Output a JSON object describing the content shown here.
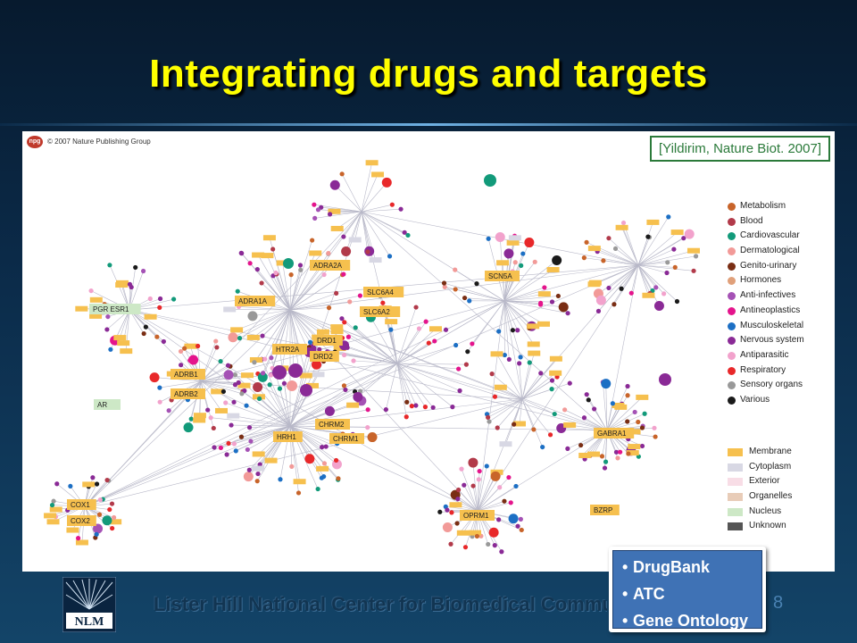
{
  "slide": {
    "title": "Integrating drugs and targets",
    "citation": "[Yildirim, Nature Biot. 2007]",
    "copyright": "© 2007 Nature Publishing Group",
    "npg_logo_text": "npg",
    "footer": "Lister Hill National Center for Biomedical Communications",
    "page_number": "8",
    "nlm_logo_text": "NLM"
  },
  "callout": {
    "items": [
      "DrugBank",
      "ATC",
      "Gene Ontology"
    ]
  },
  "network": {
    "target_labels": [
      "ADRA2A",
      "ADRA1A",
      "SLC6A4",
      "SLC6A2",
      "DRD1",
      "HTR2A",
      "DRD2",
      "ADRB1",
      "ADRB2",
      "CHRM2",
      "HRH1",
      "CHRM1",
      "SCN5A",
      "GABRA1",
      "OPRM1",
      "BZRP",
      "COX1",
      "COX2",
      "PGR ESR1",
      "AR"
    ]
  },
  "legend": {
    "drug_classes": [
      {
        "label": "Metabolism",
        "color": "#c8642a"
      },
      {
        "label": "Blood",
        "color": "#b23a4a"
      },
      {
        "label": "Cardiovascular",
        "color": "#129a7a"
      },
      {
        "label": "Dermatological",
        "color": "#f29a98"
      },
      {
        "label": "Genito-urinary",
        "color": "#7a2e14"
      },
      {
        "label": "Hormones",
        "color": "#e0a07a"
      },
      {
        "label": "Anti-infectives",
        "color": "#a552b5"
      },
      {
        "label": "Antineoplastics",
        "color": "#e4148c"
      },
      {
        "label": "Musculoskeletal",
        "color": "#1c6fc4"
      },
      {
        "label": "Nervous system",
        "color": "#8a2a96"
      },
      {
        "label": "Antiparasitic",
        "color": "#f2a2cc"
      },
      {
        "label": "Respiratory",
        "color": "#e8282a"
      },
      {
        "label": "Sensory organs",
        "color": "#999999"
      },
      {
        "label": "Various",
        "color": "#1a1a1a"
      }
    ],
    "locations": [
      {
        "label": "Membrane",
        "color": "#f6c04e"
      },
      {
        "label": "Cytoplasm",
        "color": "#d8d8e4"
      },
      {
        "label": "Exterior",
        "color": "#f8dde6"
      },
      {
        "label": "Organelles",
        "color": "#e8ccb8"
      },
      {
        "label": "Nucleus",
        "color": "#cde8c6"
      },
      {
        "label": "Unknown",
        "color": "#555555"
      }
    ]
  }
}
